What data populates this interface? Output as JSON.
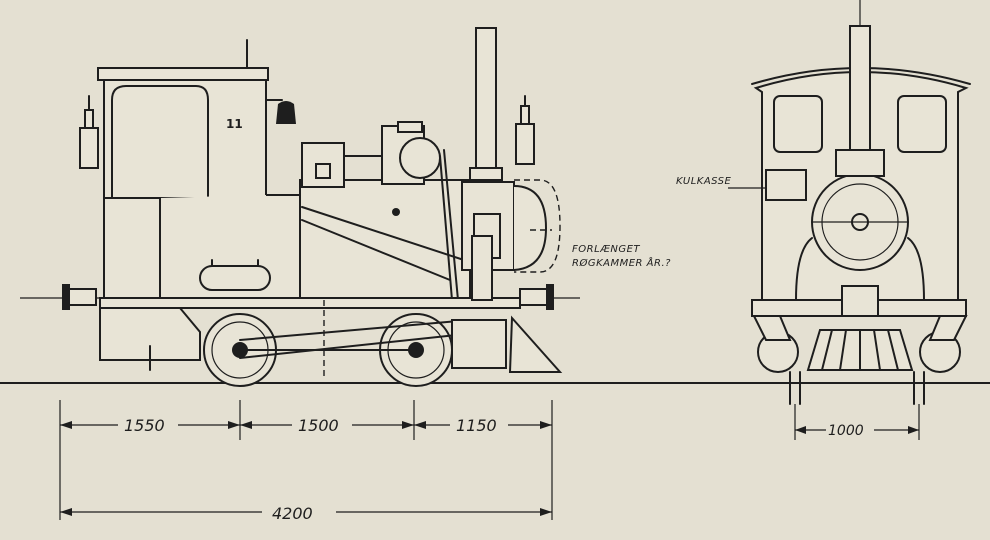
{
  "side_view": {
    "number_plate": "11",
    "label_line1": "FORLÆNGET",
    "label_line2": "RØGKAMMER ÅR.?"
  },
  "front_view": {
    "label": "KULKASSE"
  },
  "dimensions": {
    "wheelbase_front": "1550",
    "wheelbase_mid": "1500",
    "overhang": "1150",
    "total_length": "4200",
    "gauge": "1000"
  }
}
